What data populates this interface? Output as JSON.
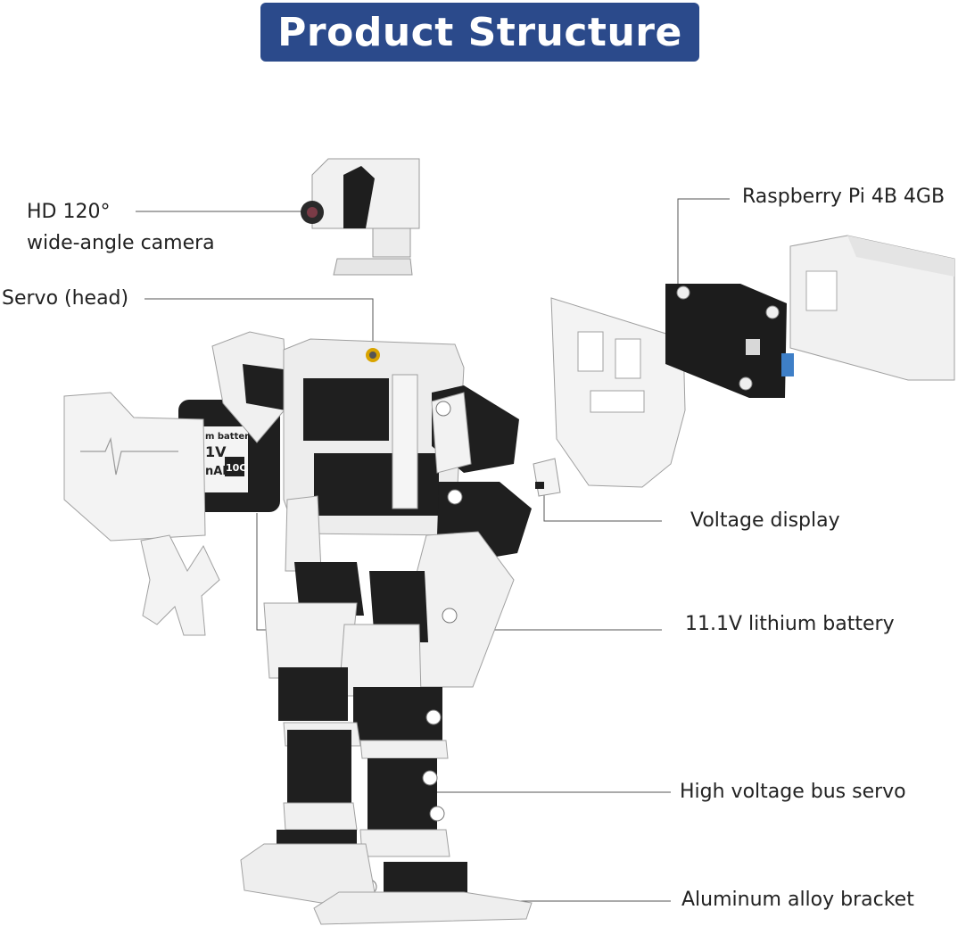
{
  "title": "Product Structure",
  "colors": {
    "banner": "#2b4a8b",
    "banner_text": "#ffffff",
    "label_text": "#222222",
    "leader_line": "#555555",
    "servo_black": "#1c1c1c",
    "bracket_white": "#f2f2f2",
    "bracket_edge": "#9a9a9a"
  },
  "labels": {
    "camera_line1": "HD 120°",
    "camera_line2": "wide-angle  camera",
    "servo_head": "Servo (head)",
    "raspberry_pi": "Raspberry  Pi 4B 4GB",
    "voltage_display": "Voltage  display",
    "battery": "11.1V lithium  battery",
    "bus_servo": "High voltage  bus servo",
    "bracket": "Aluminum alloy bracket"
  },
  "battery_sticker": {
    "line1": "m battery",
    "line2": "1V",
    "line3": "nAh",
    "badge": "10C"
  }
}
